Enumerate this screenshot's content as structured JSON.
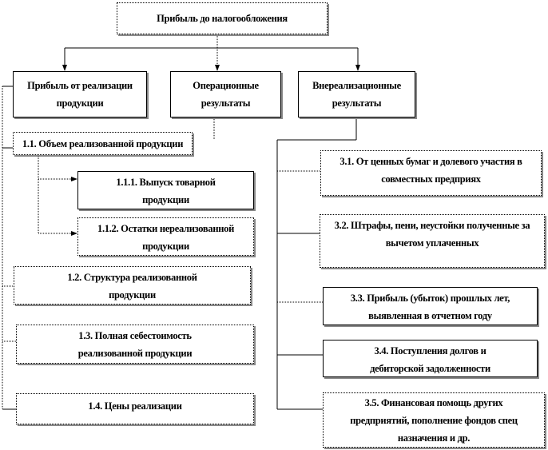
{
  "root": {
    "label": "Прибыль до налогообложения"
  },
  "categories": [
    {
      "label": "Прибыль от реализации продукции"
    },
    {
      "label": "Операционные результаты"
    },
    {
      "label": "Внереализационные результаты"
    }
  ],
  "sales_factors": [
    {
      "label": "1.1. Объем реализованной продукции"
    },
    {
      "label": "1.1.1. Выпуск товарной продукции"
    },
    {
      "label": "1.1.2. Остатки нереализованной продукции"
    },
    {
      "label": "1.2. Структура реализованной продукции"
    },
    {
      "label": "1.3. Полная себестоимость реализованной продукции"
    },
    {
      "label": "1.4. Цены реализации"
    }
  ],
  "non_sales_items": [
    {
      "label": "3.1. От ценных бумаг и долевого участия в совместных предприях"
    },
    {
      "label": "3.2. Штрафы, пени, неустойки полученные за вычетом уплаченных"
    },
    {
      "label": "3.3. Прибыль (убыток) прошлых лет, выявленная в отчетном году"
    },
    {
      "label": "3.4. Поступления долгов и дебиторской задолженности"
    },
    {
      "label": "3.5. Финансовая помощь других предприятий, пополнение фондов спец назначения и др."
    }
  ],
  "colors": {
    "line": "#000000",
    "shadow": "#888888"
  }
}
